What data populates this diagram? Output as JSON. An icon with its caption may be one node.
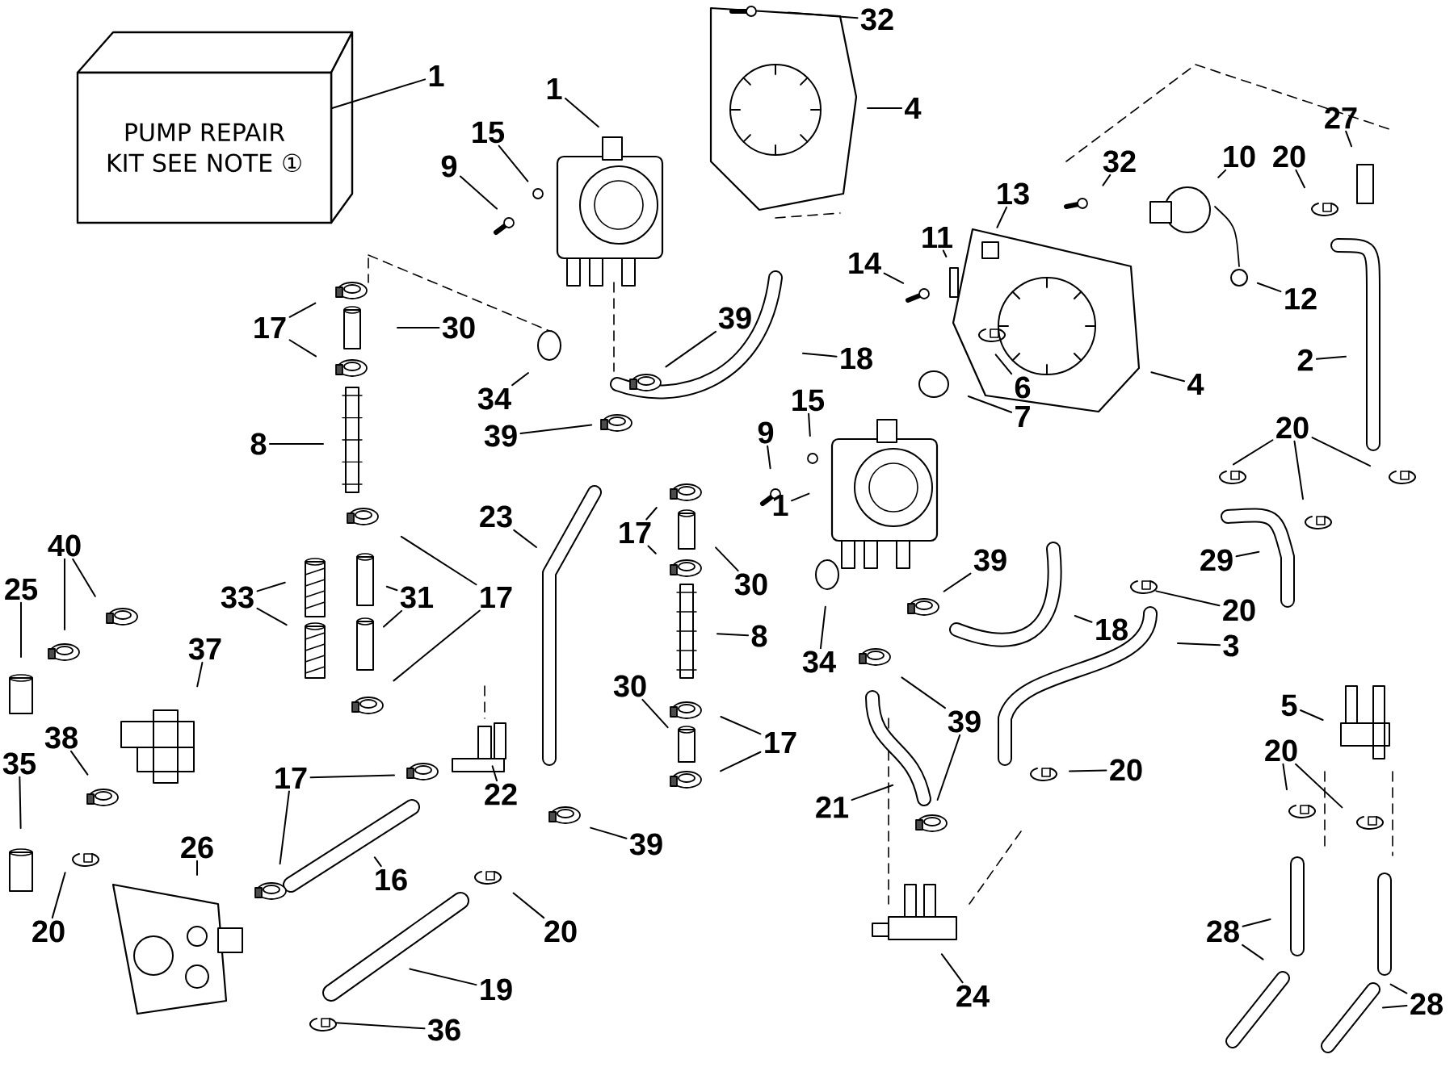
{
  "diagram": {
    "nodes": [
      {
        "text": [
          "PUMP REPAIR KIT SEE NOTE ①"
        ]
      },
      {
        "text": [
          "1"
        ]
      },
      {
        "text": [
          "1"
        ]
      },
      {
        "text": [
          "15"
        ]
      },
      {
        "text": [
          "9"
        ]
      },
      {
        "text": [
          "32"
        ]
      },
      {
        "text": [
          "4"
        ]
      },
      {
        "text": [
          "10"
        ]
      },
      {
        "text": [
          "20"
        ]
      },
      {
        "text": [
          "27"
        ]
      },
      {
        "text": [
          "32"
        ]
      },
      {
        "text": [
          "13"
        ]
      },
      {
        "text": [
          "11"
        ]
      },
      {
        "text": [
          "14"
        ]
      },
      {
        "text": [
          "12"
        ]
      },
      {
        "text": [
          "17"
        ]
      },
      {
        "text": [
          "30"
        ]
      },
      {
        "text": [
          "39"
        ]
      },
      {
        "text": [
          "18"
        ]
      },
      {
        "text": [
          "2"
        ]
      },
      {
        "text": [
          "6"
        ]
      },
      {
        "text": [
          "4"
        ]
      },
      {
        "text": [
          "34"
        ]
      },
      {
        "text": [
          "15"
        ]
      },
      {
        "text": [
          "7"
        ]
      },
      {
        "text": [
          "20"
        ]
      },
      {
        "text": [
          "39"
        ]
      },
      {
        "text": [
          "8"
        ]
      },
      {
        "text": [
          "9"
        ]
      },
      {
        "text": [
          "1"
        ]
      },
      {
        "text": [
          "23"
        ]
      },
      {
        "text": [
          "17"
        ]
      },
      {
        "text": [
          "40"
        ]
      },
      {
        "text": [
          "29"
        ]
      },
      {
        "text": [
          "39"
        ]
      },
      {
        "text": [
          "30"
        ]
      },
      {
        "text": [
          "25"
        ]
      },
      {
        "text": [
          "33"
        ]
      },
      {
        "text": [
          "31"
        ]
      },
      {
        "text": [
          "17"
        ]
      },
      {
        "text": [
          "20"
        ]
      },
      {
        "text": [
          "18"
        ]
      },
      {
        "text": [
          "8"
        ]
      },
      {
        "text": [
          "3"
        ]
      },
      {
        "text": [
          "37"
        ]
      },
      {
        "text": [
          "34"
        ]
      },
      {
        "text": [
          "30"
        ]
      },
      {
        "text": [
          "5"
        ]
      },
      {
        "text": [
          "39"
        ]
      },
      {
        "text": [
          "38"
        ]
      },
      {
        "text": [
          "17"
        ]
      },
      {
        "text": [
          "20"
        ]
      },
      {
        "text": [
          "35"
        ]
      },
      {
        "text": [
          "20"
        ]
      },
      {
        "text": [
          "17"
        ]
      },
      {
        "text": [
          "22"
        ]
      },
      {
        "text": [
          "21"
        ]
      },
      {
        "text": [
          "39"
        ]
      },
      {
        "text": [
          "26"
        ]
      },
      {
        "text": [
          "16"
        ]
      },
      {
        "text": [
          "28"
        ]
      },
      {
        "text": [
          "20"
        ]
      },
      {
        "text": [
          "20"
        ]
      },
      {
        "text": [
          "19"
        ]
      },
      {
        "text": [
          "24"
        ]
      },
      {
        "text": [
          "28"
        ]
      },
      {
        "text": [
          "36"
        ]
      }
    ],
    "edges": [
      {
        "from": 1,
        "to": 0,
        "arrow": "none"
      },
      {
        "from": 2,
        "to": null,
        "arrow": "none"
      },
      {
        "from": 3,
        "to": null,
        "arrow": "none"
      },
      {
        "from": 4,
        "to": null,
        "arrow": "none"
      },
      {
        "from": 5,
        "to": null,
        "arrow": "none"
      },
      {
        "from": 6,
        "to": null,
        "arrow": "none"
      },
      {
        "from": 7,
        "to": null,
        "arrow": "none"
      },
      {
        "from": 8,
        "to": null,
        "arrow": "none"
      },
      {
        "from": 9,
        "to": null,
        "arrow": "none"
      },
      {
        "from": 10,
        "to": null,
        "arrow": "none"
      },
      {
        "from": 11,
        "to": null,
        "arrow": "none"
      },
      {
        "from": 12,
        "to": null,
        "arrow": "none"
      },
      {
        "from": 13,
        "to": null,
        "arrow": "none"
      },
      {
        "from": 14,
        "to": null,
        "arrow": "none"
      },
      {
        "from": 15,
        "to": null,
        "arrow": "none"
      },
      {
        "from": 15,
        "to": null,
        "arrow": "none"
      },
      {
        "from": 16,
        "to": null,
        "arrow": "none"
      },
      {
        "from": 17,
        "to": null,
        "arrow": "none"
      },
      {
        "from": 18,
        "to": null,
        "arrow": "none"
      },
      {
        "from": 19,
        "to": null,
        "arrow": "none"
      },
      {
        "from": 20,
        "to": null,
        "arrow": "none"
      },
      {
        "from": 21,
        "to": null,
        "arrow": "none"
      },
      {
        "from": 22,
        "to": null,
        "arrow": "none"
      },
      {
        "from": 23,
        "to": null,
        "arrow": "none"
      },
      {
        "from": 24,
        "to": null,
        "arrow": "none"
      },
      {
        "from": 25,
        "to": null,
        "arrow": "none"
      },
      {
        "from": 25,
        "to": null,
        "arrow": "none"
      },
      {
        "from": 25,
        "to": null,
        "arrow": "none"
      },
      {
        "from": 26,
        "to": null,
        "arrow": "none"
      },
      {
        "from": 27,
        "to": null,
        "arrow": "none"
      },
      {
        "from": 28,
        "to": null,
        "arrow": "none"
      },
      {
        "from": 29,
        "to": null,
        "arrow": "none"
      },
      {
        "from": 30,
        "to": null,
        "arrow": "none"
      },
      {
        "from": 31,
        "to": null,
        "arrow": "none"
      },
      {
        "from": 31,
        "to": null,
        "arrow": "none"
      },
      {
        "from": 32,
        "to": null,
        "arrow": "none"
      },
      {
        "from": 32,
        "to": null,
        "arrow": "none"
      },
      {
        "from": 33,
        "to": null,
        "arrow": "none"
      },
      {
        "from": 34,
        "to": null,
        "arrow": "none"
      },
      {
        "from": 35,
        "to": null,
        "arrow": "none"
      },
      {
        "from": 36,
        "to": null,
        "arrow": "none"
      },
      {
        "from": 37,
        "to": null,
        "arrow": "none"
      },
      {
        "from": 37,
        "to": null,
        "arrow": "none"
      },
      {
        "from": 38,
        "to": null,
        "arrow": "none"
      },
      {
        "from": 38,
        "to": null,
        "arrow": "none"
      },
      {
        "from": 39,
        "to": null,
        "arrow": "none"
      },
      {
        "from": 39,
        "to": null,
        "arrow": "none"
      },
      {
        "from": 40,
        "to": null,
        "arrow": "none"
      },
      {
        "from": 41,
        "to": null,
        "arrow": "none"
      },
      {
        "from": 42,
        "to": null,
        "arrow": "none"
      },
      {
        "from": 43,
        "to": null,
        "arrow": "none"
      },
      {
        "from": 44,
        "to": null,
        "arrow": "none"
      },
      {
        "from": 45,
        "to": null,
        "arrow": "none"
      },
      {
        "from": 46,
        "to": null,
        "arrow": "none"
      },
      {
        "from": 47,
        "to": null,
        "arrow": "none"
      },
      {
        "from": 48,
        "to": null,
        "arrow": "none"
      },
      {
        "from": 48,
        "to": null,
        "arrow": "none"
      },
      {
        "from": 49,
        "to": null,
        "arrow": "none"
      },
      {
        "from": 50,
        "to": null,
        "arrow": "none"
      },
      {
        "from": 50,
        "to": null,
        "arrow": "none"
      },
      {
        "from": 51,
        "to": null,
        "arrow": "none"
      },
      {
        "from": 51,
        "to": null,
        "arrow": "none"
      },
      {
        "from": 52,
        "to": null,
        "arrow": "none"
      },
      {
        "from": 53,
        "to": null,
        "arrow": "none"
      },
      {
        "from": 54,
        "to": null,
        "arrow": "none"
      },
      {
        "from": 54,
        "to": null,
        "arrow": "none"
      },
      {
        "from": 55,
        "to": null,
        "arrow": "none"
      },
      {
        "from": 56,
        "to": null,
        "arrow": "none"
      },
      {
        "from": 57,
        "to": null,
        "arrow": "none"
      },
      {
        "from": 58,
        "to": null,
        "arrow": "none"
      },
      {
        "from": 59,
        "to": null,
        "arrow": "none"
      },
      {
        "from": 60,
        "to": null,
        "arrow": "none"
      },
      {
        "from": 60,
        "to": null,
        "arrow": "none"
      },
      {
        "from": 61,
        "to": null,
        "arrow": "none"
      },
      {
        "from": 62,
        "to": null,
        "arrow": "none"
      },
      {
        "from": 63,
        "to": null,
        "arrow": "none"
      },
      {
        "from": 64,
        "to": null,
        "arrow": "none"
      },
      {
        "from": 65,
        "to": null,
        "arrow": "none"
      },
      {
        "from": 65,
        "to": null,
        "arrow": "none"
      },
      {
        "from": 66,
        "to": null,
        "arrow": "none"
      }
    ]
  }
}
